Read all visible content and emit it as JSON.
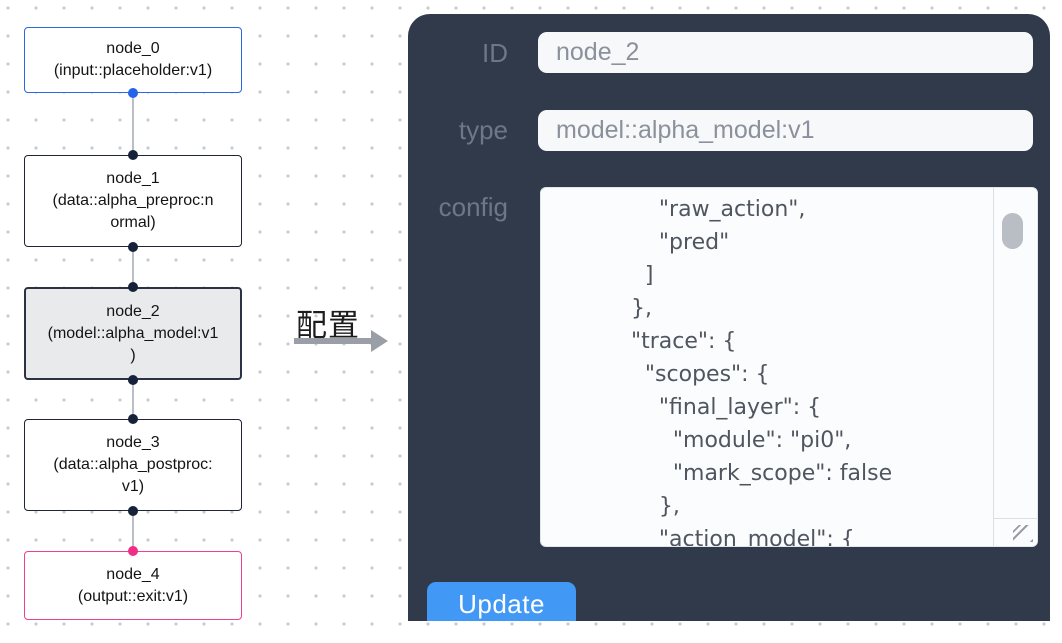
{
  "flow": {
    "nodes": [
      {
        "id": "node_0",
        "label": "node_0\n(input::placeholder:v1)",
        "type": "input::placeholder:v1",
        "state": "default",
        "accent": "#2b66e3"
      },
      {
        "id": "node_1",
        "label": "node_1\n(data::alpha_preproc:n\normal)",
        "type": "data::alpha_preproc:normal",
        "state": "default",
        "accent": "#1f2533"
      },
      {
        "id": "node_2",
        "label": "node_2\n(model::alpha_model:v1\n)",
        "type": "model::alpha_model:v1",
        "state": "selected",
        "accent": "#2b3245"
      },
      {
        "id": "node_3",
        "label": "node_3\n(data::alpha_postproc:\nv1)",
        "type": "data::alpha_postproc:v1",
        "state": "default",
        "accent": "#1f2533"
      },
      {
        "id": "node_4",
        "label": "node_4\n(output::exit:v1)",
        "type": "output::exit:v1",
        "state": "default",
        "accent": "#ee3f90"
      }
    ]
  },
  "annotation": {
    "label": "配置"
  },
  "panel": {
    "fields": {
      "id": {
        "label": "ID",
        "value": "node_2"
      },
      "type": {
        "label": "type",
        "value": "model::alpha_model:v1"
      },
      "config": {
        "label": "config",
        "text": "            \"raw_action\",\n            \"pred\"\n          ]\n        },\n        \"trace\": {\n          \"scopes\": {\n            \"final_layer\": {\n              \"module\": \"pi0\",\n              \"mark_scope\": false\n            },\n            \"action_model\": {"
      }
    },
    "update_button": "Update"
  },
  "colors": {
    "panel_bg": "#303a4b",
    "button_blue": "#4298f5",
    "node_blue": "#2b66e3",
    "node_pink": "#ee3f90",
    "selected_node_bg": "#e9eaec",
    "edge_gray": "#b9bec7",
    "grid_dot": "#c6cad1"
  }
}
